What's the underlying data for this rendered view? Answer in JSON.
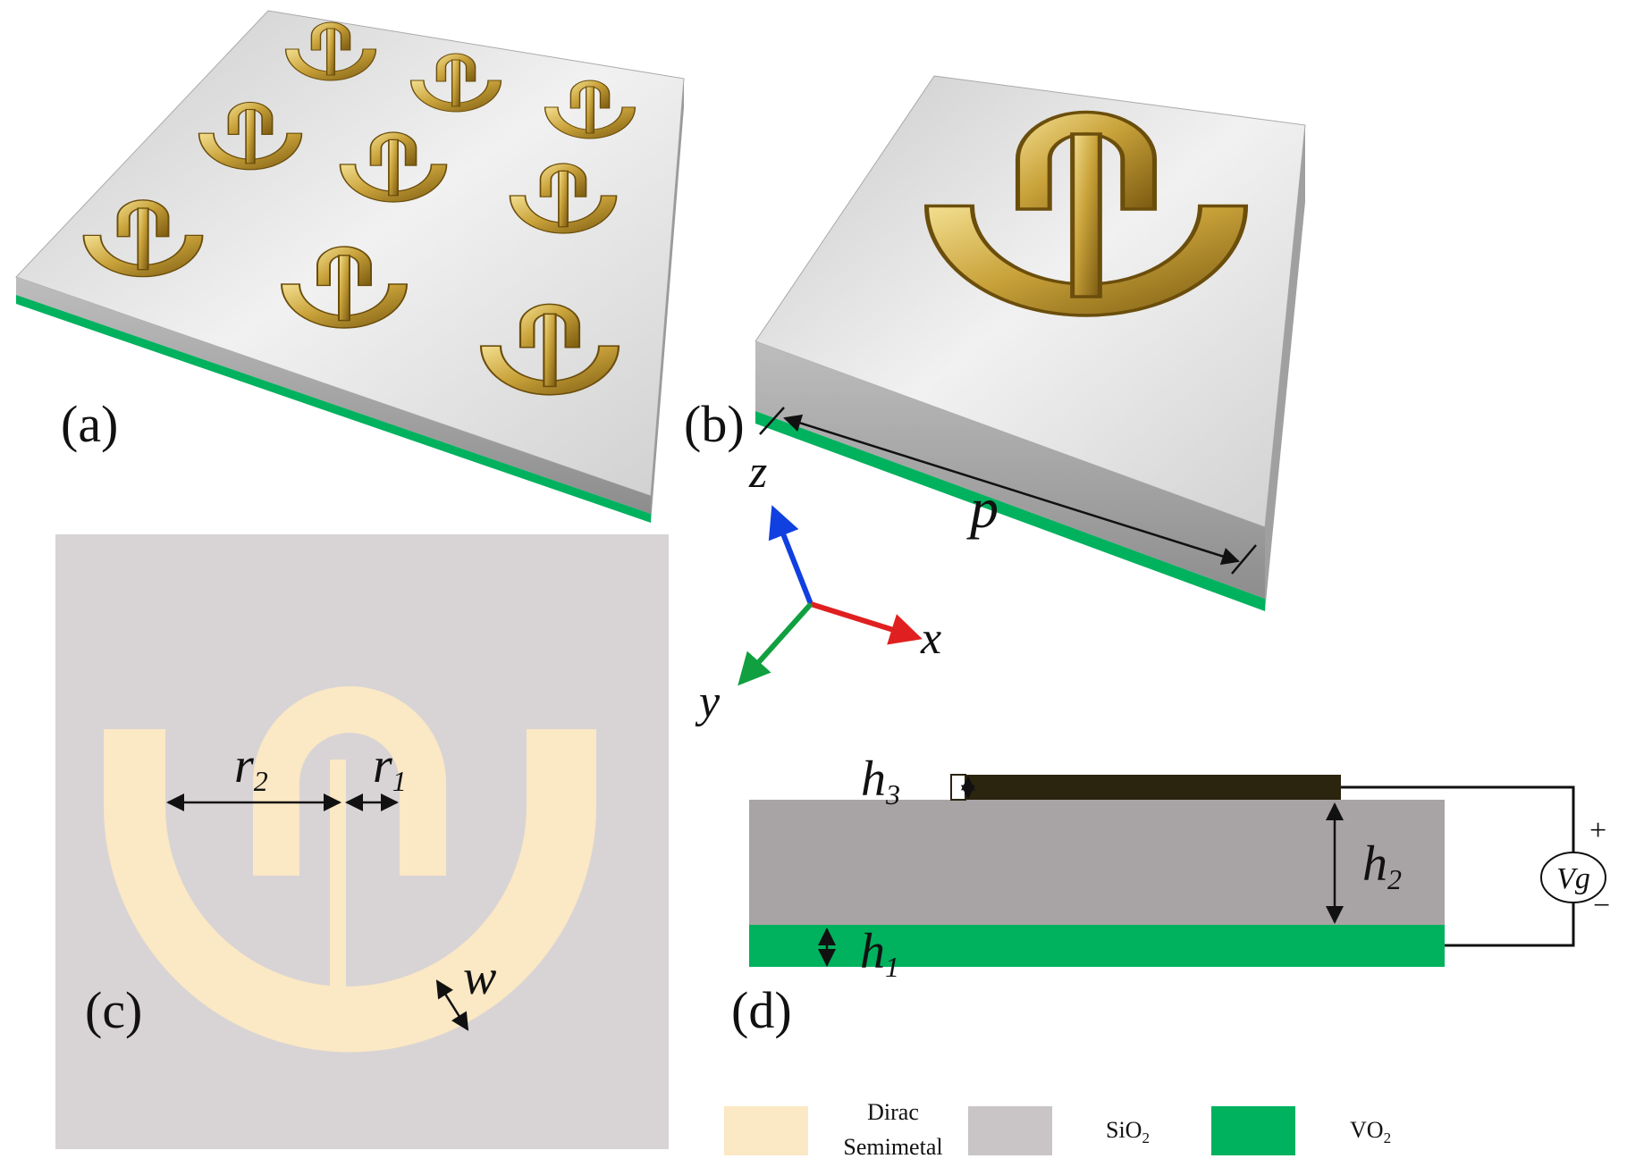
{
  "panels": {
    "a": "(a)",
    "b": "(b)",
    "c": "(c)",
    "d": "(d)"
  },
  "axes": {
    "x": "x",
    "y": "y",
    "z": "z"
  },
  "dimensions": {
    "p": "p",
    "r2": "r",
    "r2_sub": "2",
    "r1": "r",
    "r1_sub": "1",
    "w": "w",
    "h3": "h",
    "h3_sub": "3",
    "h2": "h",
    "h2_sub": "2",
    "h1": "h",
    "h1_sub": "1"
  },
  "circuit": {
    "source_main": "Vg",
    "plus": "+",
    "minus": "−"
  },
  "legend": [
    {
      "line1": "Dirac",
      "line2": "Semimetal",
      "color": "#fbe8c4"
    },
    {
      "line1": "SiO",
      "sub": "2",
      "color": "#c9c5c6"
    },
    {
      "line1": "VO",
      "sub": "2",
      "color": "#00b15e"
    }
  ],
  "colors": {
    "dirac_semimetal": "#fbe8c4",
    "sio2": "#c9c5c6",
    "sio2_cross_section": "#a8a3a4",
    "vo2": "#00b15e",
    "gold": "#b8932f",
    "top_electrode": "#2b2510",
    "axis_x": "#e02020",
    "axis_y": "#10a040",
    "axis_z": "#1040e0"
  }
}
